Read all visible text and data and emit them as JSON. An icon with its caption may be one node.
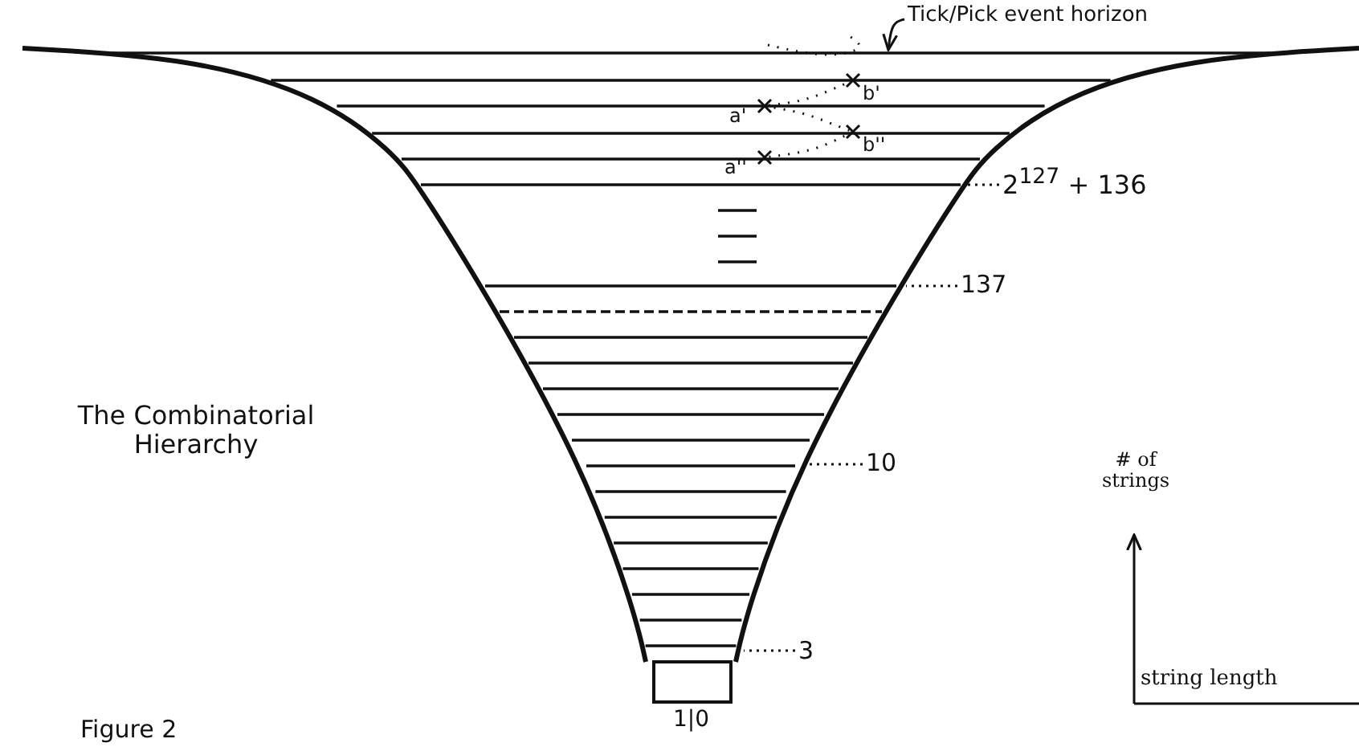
{
  "diagram": {
    "title": "The Combinatorial Hierarchy",
    "caption": "Figure 2",
    "nodes": [
      {
        "text": [
          "Tick/Pick event horizon"
        ]
      },
      {
        "text": [
          "2$^{127}$ + 136"
        ]
      },
      {
        "text": [
          "137"
        ]
      },
      {
        "text": [
          "10"
        ]
      },
      {
        "text": [
          "3"
        ]
      }
    ],
    "edges": [
      {
        "from": 0,
        "to": null,
        "arrow": "to"
      },
      {
        "from": 1,
        "to": null,
        "arrow": "none",
        "style": "dashed"
      },
      {
        "from": 2,
        "to": null,
        "arrow": "none",
        "style": "dashed"
      },
      {
        "from": 3,
        "to": null,
        "arrow": "none",
        "style": "dashed"
      },
      {
        "from": 4,
        "to": null,
        "arrow": "none",
        "style": "dashed"
      }
    ],
    "labels": [
      "b'",
      "a'",
      "b''",
      "a''",
      "# of strings",
      "string length",
      "1|0"
    ]
  }
}
